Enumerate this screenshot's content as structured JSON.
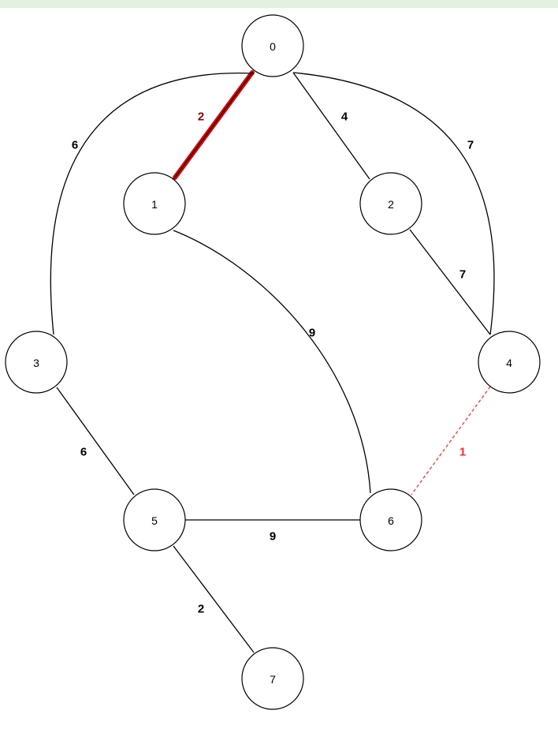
{
  "graph": {
    "nodes": [
      {
        "id": "0",
        "label": "0"
      },
      {
        "id": "1",
        "label": "1"
      },
      {
        "id": "2",
        "label": "2"
      },
      {
        "id": "3",
        "label": "3"
      },
      {
        "id": "4",
        "label": "4"
      },
      {
        "id": "5",
        "label": "5"
      },
      {
        "id": "6",
        "label": "6"
      },
      {
        "id": "7",
        "label": "7"
      }
    ],
    "edges": [
      {
        "from": "0",
        "to": "1",
        "weight": "2",
        "state": "selected"
      },
      {
        "from": "0",
        "to": "2",
        "weight": "4",
        "state": "normal"
      },
      {
        "from": "0",
        "to": "3",
        "weight": "6",
        "state": "normal"
      },
      {
        "from": "0",
        "to": "4",
        "weight": "7",
        "state": "normal"
      },
      {
        "from": "1",
        "to": "6",
        "weight": "9",
        "state": "normal"
      },
      {
        "from": "2",
        "to": "4",
        "weight": "7",
        "state": "normal"
      },
      {
        "from": "3",
        "to": "5",
        "weight": "6",
        "state": "normal"
      },
      {
        "from": "4",
        "to": "6",
        "weight": "1",
        "state": "candidate"
      },
      {
        "from": "5",
        "to": "6",
        "weight": "9",
        "state": "normal"
      },
      {
        "from": "5",
        "to": "7",
        "weight": "2",
        "state": "normal"
      }
    ]
  },
  "colors": {
    "edge": "#000000",
    "selected_edge": "#d40000",
    "selected_label": "#8b0000",
    "candidate_edge": "#ff3b3b",
    "candidate_label": "#ff2a2a",
    "node_fill": "#ffffff",
    "node_stroke": "#000000",
    "top_bar": "#e3f1e1"
  }
}
